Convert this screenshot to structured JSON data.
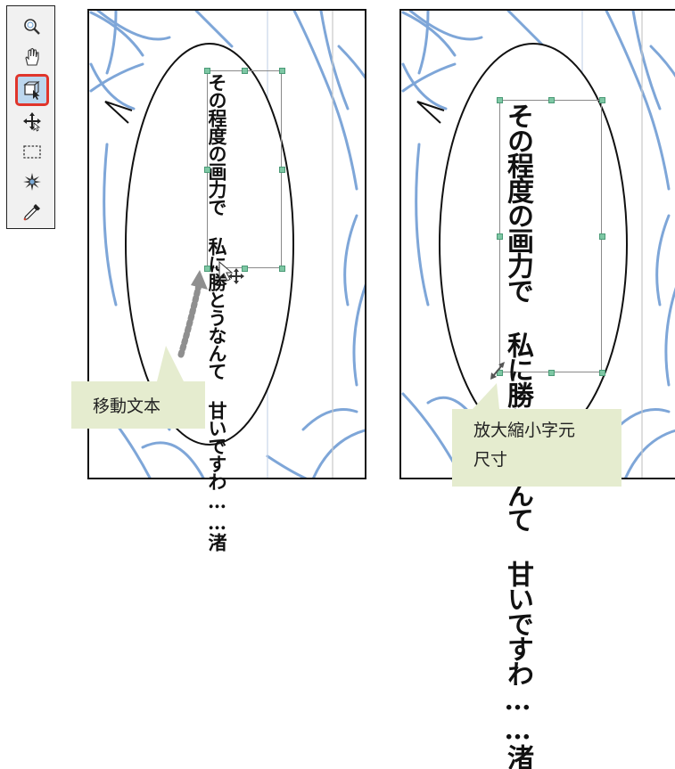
{
  "toolbar": {
    "tools": [
      {
        "icon": "zoom-icon",
        "selected": false
      },
      {
        "icon": "hand-icon",
        "selected": false
      },
      {
        "icon": "object-select-icon",
        "selected": true
      },
      {
        "icon": "move-layer-icon",
        "selected": false
      },
      {
        "icon": "rect-selection-icon",
        "selected": false
      },
      {
        "icon": "auto-select-icon",
        "selected": false
      },
      {
        "icon": "eyedropper-icon",
        "selected": false
      }
    ],
    "highlight_color": "#e0352b"
  },
  "left_panel": {
    "text_columns": [
      "その程度の画力で",
      "私に勝とうなんて",
      "甘いですわ……渚"
    ]
  },
  "right_panel": {
    "text_columns": [
      "その程度の画力で",
      "私に勝とうなんて",
      "甘いですわ……渚"
    ]
  },
  "callouts": {
    "move_text": "移動文本",
    "scale_line1": "放大縮小字元",
    "scale_line2": "尺寸"
  },
  "colors": {
    "sketch_blue": "#7ea6d8",
    "handle_green": "#7ec7a4",
    "callout_bg": "#e5eccf",
    "arrow_gray": "#8f8f8f"
  }
}
